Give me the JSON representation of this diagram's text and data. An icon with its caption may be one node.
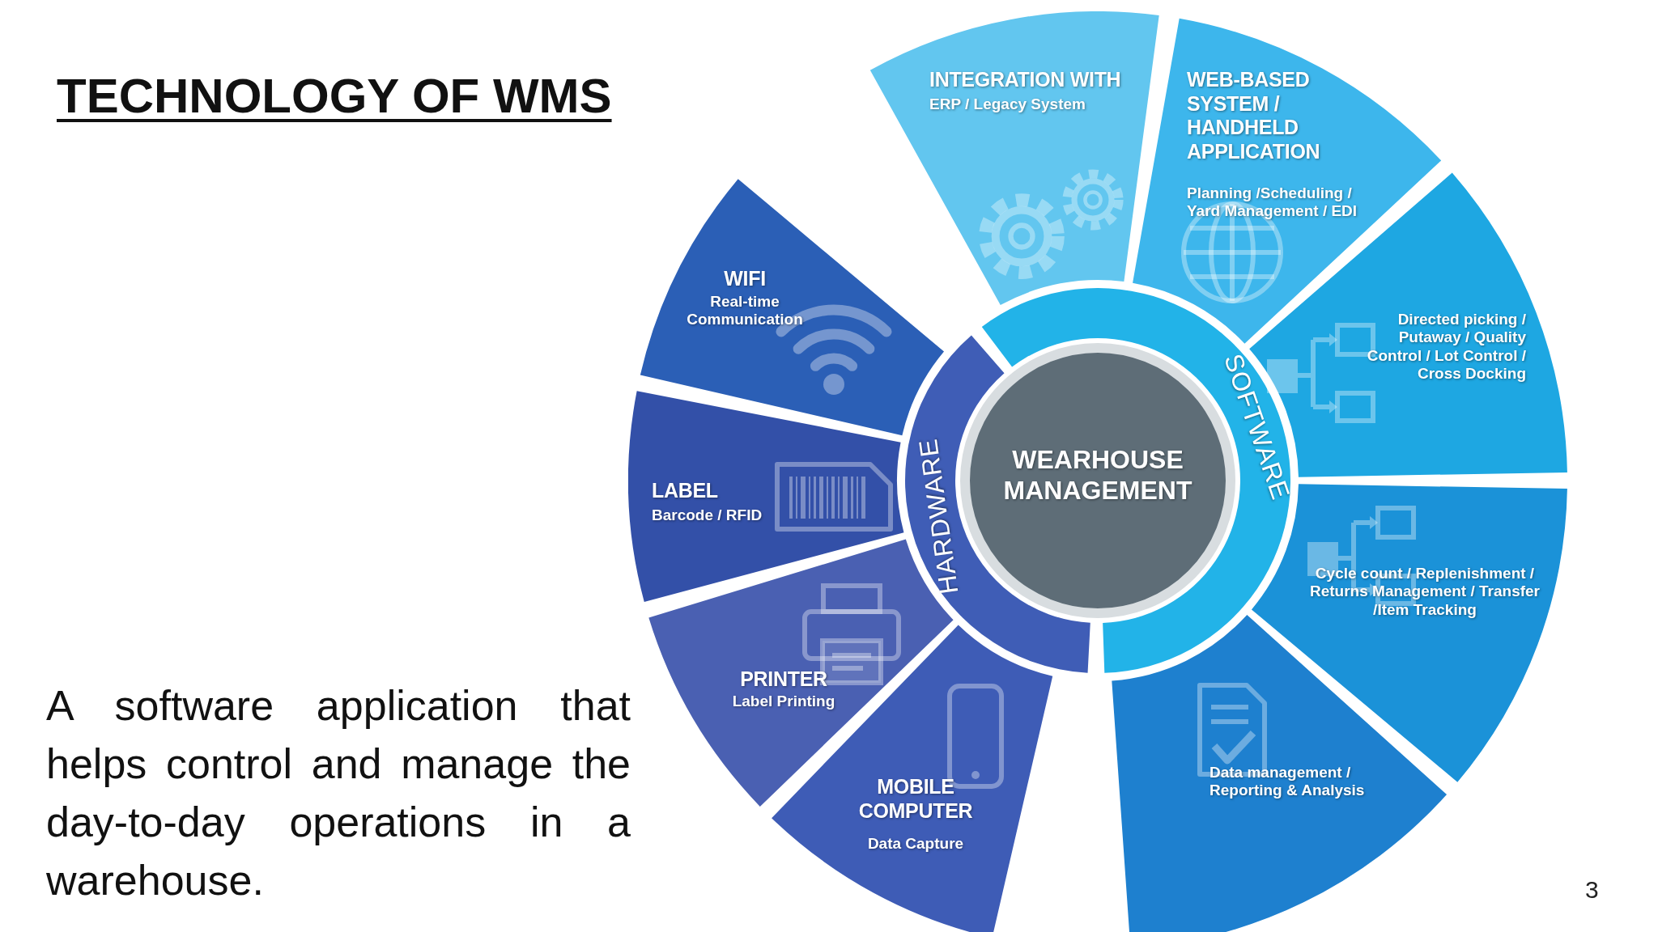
{
  "diagram": {
    "title": "TECHNOLOGY OF WMS",
    "nodes": [
      {
        "text": [
          "WEARHOUSE MANAGEMENT"
        ]
      },
      {
        "text": [
          "HARDWARE"
        ]
      },
      {
        "text": [
          "SOFTWARE"
        ]
      },
      {
        "text": [
          "INTEGRATION WITH",
          "ERP / Legacy System"
        ]
      },
      {
        "text": [
          "WEB-BASED SYSTEM / HANDHELD APPLICATION",
          "Planning /Scheduling / Yard Management / EDI"
        ]
      },
      {
        "text": [
          "Directed picking / Putaway / Quality Control / Lot Control / Cross Docking"
        ]
      },
      {
        "text": [
          "Cycle count / Replenishment / Returns Management / Transfer /Item Tracking"
        ]
      },
      {
        "text": [
          "Data management / Reporting & Analysis"
        ]
      },
      {
        "text": [
          "MOBILE COMPUTER",
          "Data Capture"
        ]
      },
      {
        "text": [
          "PRINTER",
          "Label Printing"
        ]
      },
      {
        "text": [
          "LABEL",
          "Barcode / RFID"
        ]
      },
      {
        "text": [
          "WIFI",
          "Real-time Communication"
        ]
      }
    ],
    "labels": [
      "A software application that helps control and manage the day-to-day operations in a warehouse.",
      "3"
    ]
  }
}
